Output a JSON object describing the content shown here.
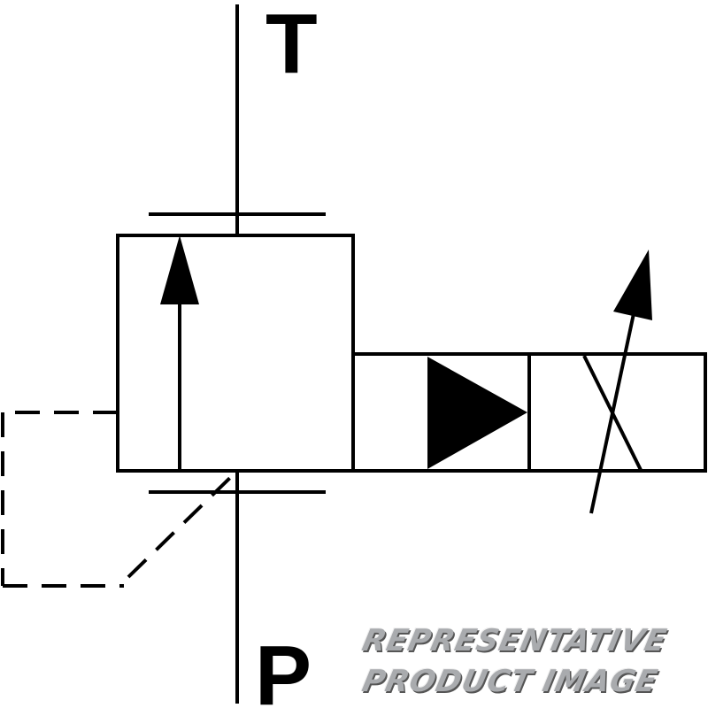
{
  "diagram": {
    "title": "Hydraulic pressure valve symbol",
    "ports": {
      "top": "T",
      "bottom": "P"
    },
    "watermark": {
      "line1": "REPRESENTATIVE",
      "line2": "PRODUCT IMAGE"
    },
    "colors": {
      "stroke": "#000000",
      "watermark": "#a9abae"
    }
  }
}
